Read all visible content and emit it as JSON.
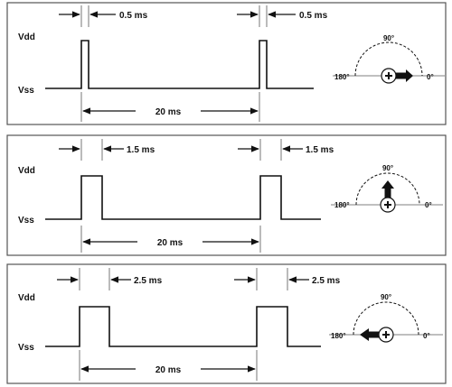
{
  "panels": [
    {
      "vdd": "Vdd",
      "vss": "Vss",
      "pulse_width": "0.5 ms",
      "pulse_width_2": "0.5 ms",
      "period": "20 ms",
      "angle_90": "90°",
      "angle_180": "180°",
      "angle_0": "0°",
      "arrow_direction": "right"
    },
    {
      "vdd": "Vdd",
      "vss": "Vss",
      "pulse_width": "1.5 ms",
      "pulse_width_2": "1.5 ms",
      "period": "20 ms",
      "angle_90": "90°",
      "angle_180": "180°",
      "angle_0": "0°",
      "arrow_direction": "up"
    },
    {
      "vdd": "Vdd",
      "vss": "Vss",
      "pulse_width": "2.5 ms",
      "pulse_width_2": "2.5 ms",
      "period": "20 ms",
      "angle_90": "90°",
      "angle_180": "180°",
      "angle_0": "0°",
      "arrow_direction": "left"
    }
  ]
}
